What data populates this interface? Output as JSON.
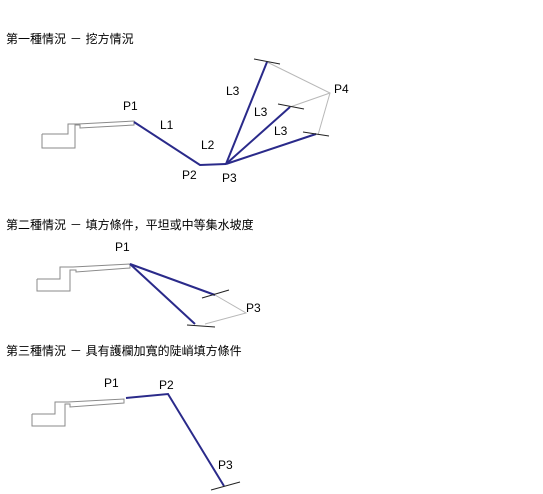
{
  "sections": [
    {
      "heading": "第一種情況 － 挖方情況"
    },
    {
      "heading": "第二種情況 － 填方條件，平坦或中等集水坡度"
    },
    {
      "heading": "第三種情況 － 具有護欄加寬的陡峭填方條件"
    }
  ],
  "labels": {
    "s1": {
      "p1": "P1",
      "p2": "P2",
      "p3": "P3",
      "p4": "P4",
      "l1": "L1",
      "l2": "L2",
      "l3a": "L3",
      "l3b": "L3",
      "l3c": "L3"
    },
    "s2": {
      "p1": "P1",
      "p3": "P3"
    },
    "s3": {
      "p1": "P1",
      "p2": "P2",
      "p3": "P3"
    }
  },
  "colors": {
    "path": "#2a2a8a",
    "ghost": "#b8b8b8",
    "road": "#8a8a8a",
    "tick": "#222222"
  }
}
